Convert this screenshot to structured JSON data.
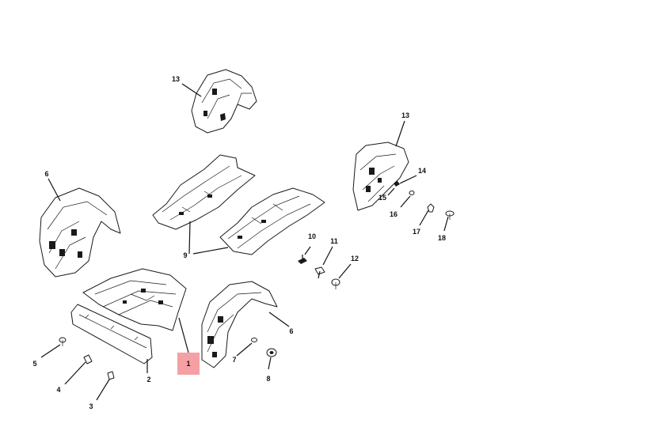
{
  "callouts": {
    "c1": "1",
    "c2": "2",
    "c3": "3",
    "c4": "4",
    "c5": "5",
    "c6_left": "6",
    "c6_right": "6",
    "c7": "7",
    "c8": "8",
    "c9": "9",
    "c10": "10",
    "c11": "11",
    "c12": "12",
    "c13_top": "13",
    "c13_right": "13",
    "c14": "14",
    "c15": "15",
    "c16": "16",
    "c17": "17",
    "c18": "18"
  },
  "highlight_color": "#f4a0a4"
}
